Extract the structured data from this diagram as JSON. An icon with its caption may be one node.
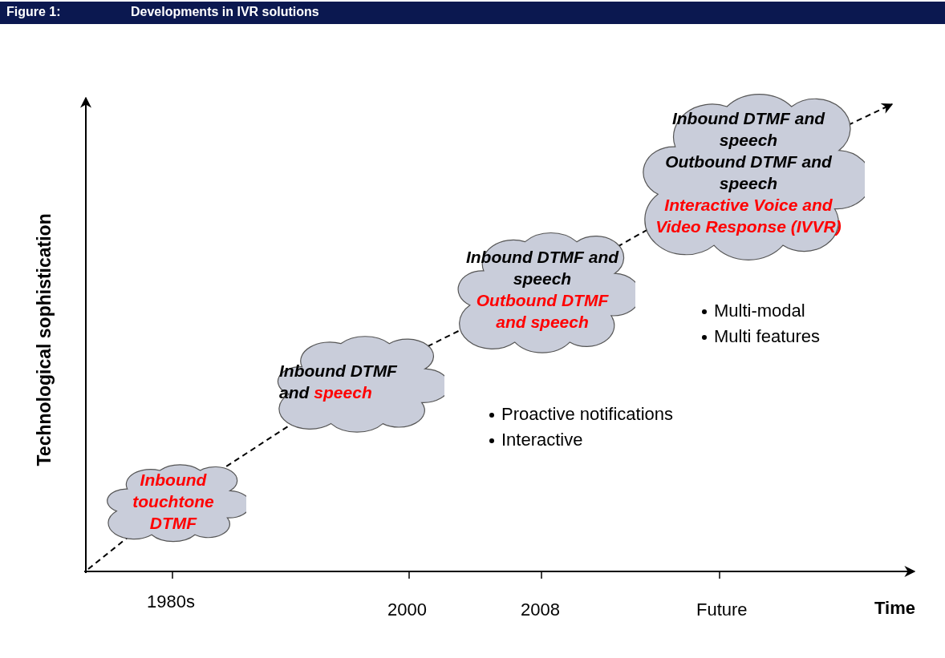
{
  "diagram": {
    "title": "Developments in IVR solutions",
    "nodes": [
      {
        "text": [
          "Inbound touchtone DTMF"
        ]
      },
      {
        "text": [
          "Inbound DTMF and",
          "speech"
        ]
      },
      {
        "text": [
          "Inbound DTMF and speech",
          "Outbound DTMF and speech"
        ]
      },
      {
        "text": [
          "Inbound DTMF and speech",
          "Outbound DTMF and speech",
          "Interactive Voice and Video Response (IVVR)"
        ]
      }
    ],
    "edges": [
      {
        "from": null,
        "to": 0,
        "arrow": "none",
        "style": "dashed"
      },
      {
        "from": 0,
        "to": 1,
        "arrow": "none",
        "style": "dashed"
      },
      {
        "from": 1,
        "to": 2,
        "arrow": "none",
        "style": "dashed"
      },
      {
        "from": 2,
        "to": 3,
        "arrow": "none",
        "style": "dashed"
      },
      {
        "from": 3,
        "to": null,
        "arrow": "to",
        "style": "dashed"
      }
    ],
    "labels": [
      "Figure 1:",
      "Technological sophistication",
      "Multi-modal",
      "Multi features",
      "Proactive notifications",
      "Interactive",
      "1980s",
      "2000",
      "2008",
      "Future",
      "Time"
    ]
  }
}
